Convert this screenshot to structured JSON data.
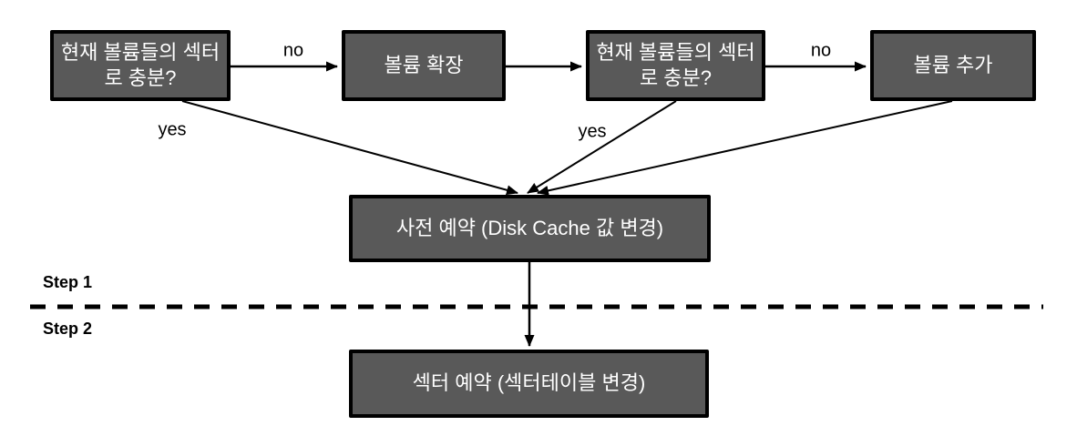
{
  "diagram": {
    "background_color": "#ffffff",
    "node_fill_color": "#595959",
    "node_border_color": "#000000",
    "node_text_color": "#ffffff",
    "nodes": [
      {
        "id": "check-sectors-1",
        "label": "현재 볼륨들의 섹터로 충분?"
      },
      {
        "id": "expand-volume",
        "label": "볼륨 확장"
      },
      {
        "id": "check-sectors-2",
        "label": "현재 볼륨들의 섹터로 충분?"
      },
      {
        "id": "add-volume",
        "label": "볼륨 추가"
      },
      {
        "id": "pre-reserve",
        "label": "사전 예약 (Disk Cache 값 변경)"
      },
      {
        "id": "sector-reserve",
        "label": "섹터 예약 (섹터테이블 변경)"
      }
    ],
    "edge_labels": {
      "no1": "no",
      "yes1": "yes",
      "no2": "no",
      "yes2": "yes"
    },
    "steps": {
      "step1": "Step 1",
      "step2": "Step 2"
    }
  }
}
